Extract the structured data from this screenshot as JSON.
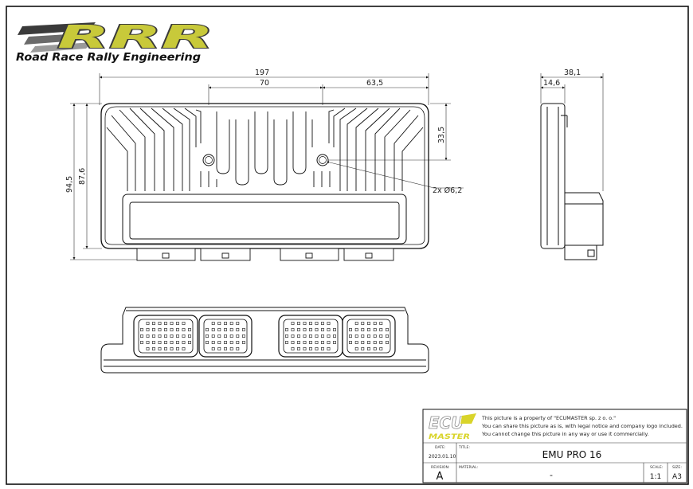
{
  "brand": {
    "logo_text": "RRR",
    "tagline": "Road Race Rally Engineering",
    "logo_color": "#c8c93a"
  },
  "dimensions": {
    "overall_width": "197",
    "connector_spacing": "70",
    "offset_right": "63,5",
    "overall_height": "94,5",
    "inner_height": "87,6",
    "hole_offset": "33,5",
    "hole_callout": "2x Ø6,2",
    "side_depth": "38,1",
    "side_flange": "14,6"
  },
  "title_block": {
    "logo_top": "ECU",
    "logo_bottom": "MASTER",
    "notice_line1": "This picture is a property of \"ECUMASTER sp. z o. o.\"",
    "notice_line2": "You can share this picture as is, with legal notice and company logo included.",
    "notice_line3": "You cannot change this picture in any way or use it commercially.",
    "date_label": "DATE:",
    "date_value": "2023.01.10",
    "title_label": "TITLE:",
    "title_value": "EMU PRO 16",
    "revision_label": "REVISION:",
    "revision_value": "A",
    "material_label": "MATERIAL:",
    "material_value": "-",
    "scale_label": "SCALE:",
    "scale_value": "1:1",
    "sheet_label": "SIZE:",
    "sheet_value": "A3"
  }
}
